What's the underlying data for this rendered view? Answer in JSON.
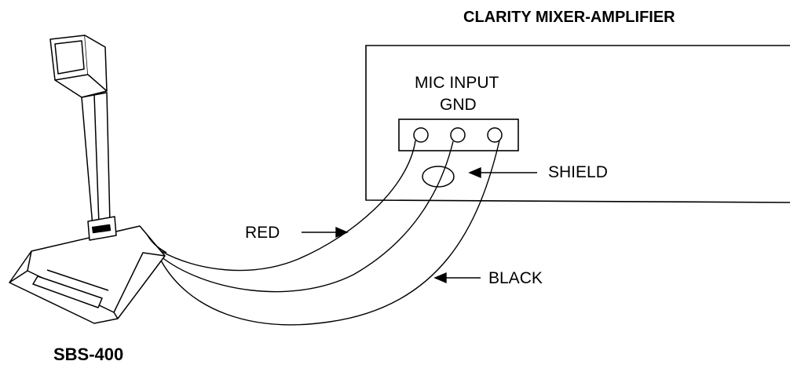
{
  "diagram": {
    "title": "CLARITY MIXER-AMPLIFIER",
    "input_label_line1": "MIC INPUT",
    "input_label_line2": "GND",
    "shield_label": "SHIELD",
    "red_label": "RED",
    "black_label": "BLACK",
    "device_label": "SBS-400",
    "device_nameplate": "",
    "colors": {
      "line": "#000000",
      "background": "#ffffff",
      "panel_fill": "#ffffff"
    },
    "icons": [
      "microphone-icon",
      "arrow-icon"
    ]
  }
}
